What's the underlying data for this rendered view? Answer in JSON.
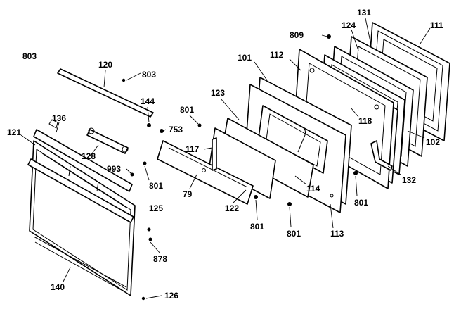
{
  "diagram": {
    "labels": [
      {
        "id": "p803a",
        "text": "803"
      },
      {
        "id": "p120",
        "text": "120"
      },
      {
        "id": "p803b",
        "text": "803"
      },
      {
        "id": "p144",
        "text": "144"
      },
      {
        "id": "p136",
        "text": "136"
      },
      {
        "id": "p121",
        "text": "121"
      },
      {
        "id": "p128",
        "text": "128"
      },
      {
        "id": "p753",
        "text": "753"
      },
      {
        "id": "p993",
        "text": "993"
      },
      {
        "id": "p801a",
        "text": "801"
      },
      {
        "id": "p125",
        "text": "125"
      },
      {
        "id": "p878",
        "text": "878"
      },
      {
        "id": "p140",
        "text": "140"
      },
      {
        "id": "p126",
        "text": "126"
      },
      {
        "id": "p801b",
        "text": "801"
      },
      {
        "id": "p117",
        "text": "117"
      },
      {
        "id": "p79",
        "text": "79"
      },
      {
        "id": "p123",
        "text": "123"
      },
      {
        "id": "p101",
        "text": "101"
      },
      {
        "id": "p112",
        "text": "112"
      },
      {
        "id": "p809",
        "text": "809"
      },
      {
        "id": "p124",
        "text": "124"
      },
      {
        "id": "p131",
        "text": "131"
      },
      {
        "id": "p111",
        "text": "111"
      },
      {
        "id": "p118",
        "text": "118"
      },
      {
        "id": "p102",
        "text": "102"
      },
      {
        "id": "p132",
        "text": "132"
      },
      {
        "id": "p114",
        "text": "114"
      },
      {
        "id": "p801c",
        "text": "801"
      },
      {
        "id": "p122",
        "text": "122"
      },
      {
        "id": "p801d",
        "text": "801"
      },
      {
        "id": "p801e",
        "text": "801"
      },
      {
        "id": "p113",
        "text": "113"
      }
    ]
  }
}
